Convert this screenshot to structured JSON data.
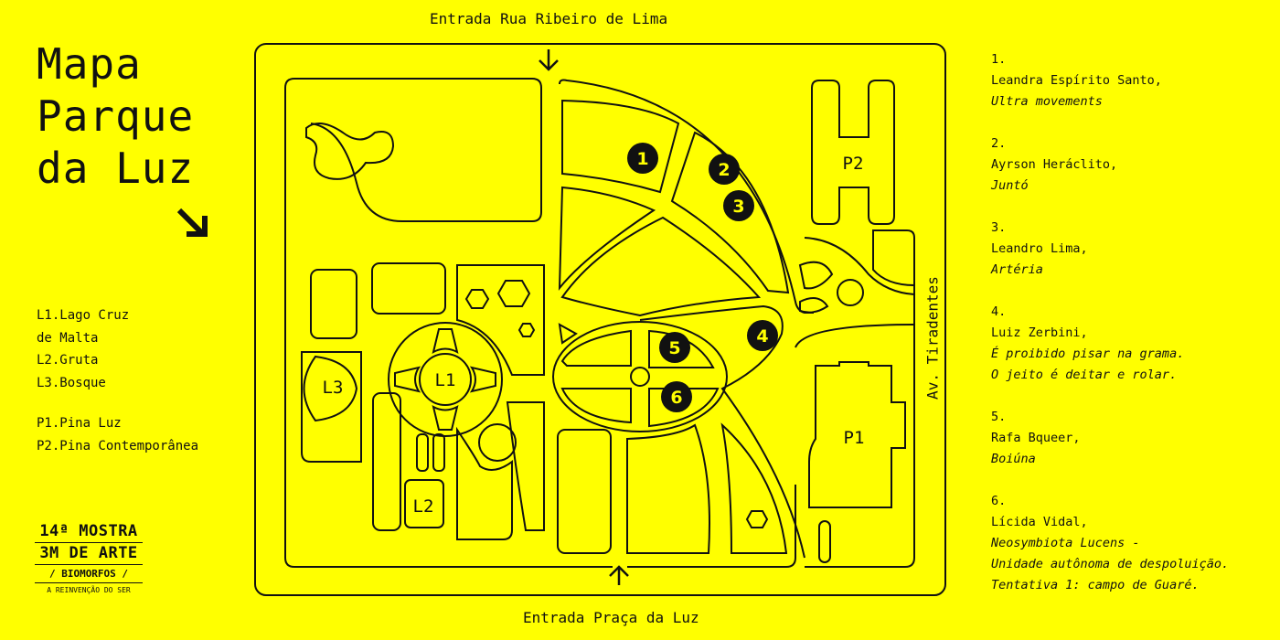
{
  "title": [
    "Mapa",
    "Parque",
    "da Luz"
  ],
  "legend": {
    "lakes": [
      "L1.Lago Cruz",
      "de Malta",
      "L2.Gruta",
      "L3.Bosque"
    ],
    "pinas": [
      "P1.Pina Luz",
      "P2.Pina Contemporânea"
    ]
  },
  "logo": {
    "line1": "14ª MOSTRA",
    "line2": "3M DE ARTE",
    "line3": "/ BIOMORFOS /",
    "line4": "A REINVENÇÃO DO SER"
  },
  "entrances": {
    "top": "Entrada Rua Ribeiro de Lima",
    "bottom": "Entrada Praça da Luz",
    "side": "Av. Tiradentes"
  },
  "map_labels": {
    "L1": "L1",
    "L2": "L2",
    "L3": "L3",
    "P1": "P1",
    "P2": "P2"
  },
  "markers": [
    "1",
    "2",
    "3",
    "4",
    "5",
    "6"
  ],
  "artworks": [
    {
      "num": "1.",
      "artist": "Leandra Espírito Santo,",
      "work": [
        "Ultra movements"
      ]
    },
    {
      "num": "2.",
      "artist": "Ayrson Heráclito,",
      "work": [
        "Juntó"
      ]
    },
    {
      "num": "3.",
      "artist": "Leandro Lima,",
      "work": [
        "Artéria"
      ]
    },
    {
      "num": "4.",
      "artist": "Luiz Zerbini,",
      "work": [
        "É proibido pisar na grama.",
        "O jeito é deitar e rolar."
      ]
    },
    {
      "num": "5.",
      "artist": "Rafa Bqueer,",
      "work": [
        "Boiúna"
      ]
    },
    {
      "num": "6.",
      "artist": "Lícida Vidal,",
      "work": [
        "Neosymbiota Lucens -",
        "Unidade autônoma de despoluição.",
        "Tentativa 1: campo de Guaré."
      ]
    }
  ],
  "colors": {
    "background": "#ffff00",
    "ink": "#111111"
  }
}
